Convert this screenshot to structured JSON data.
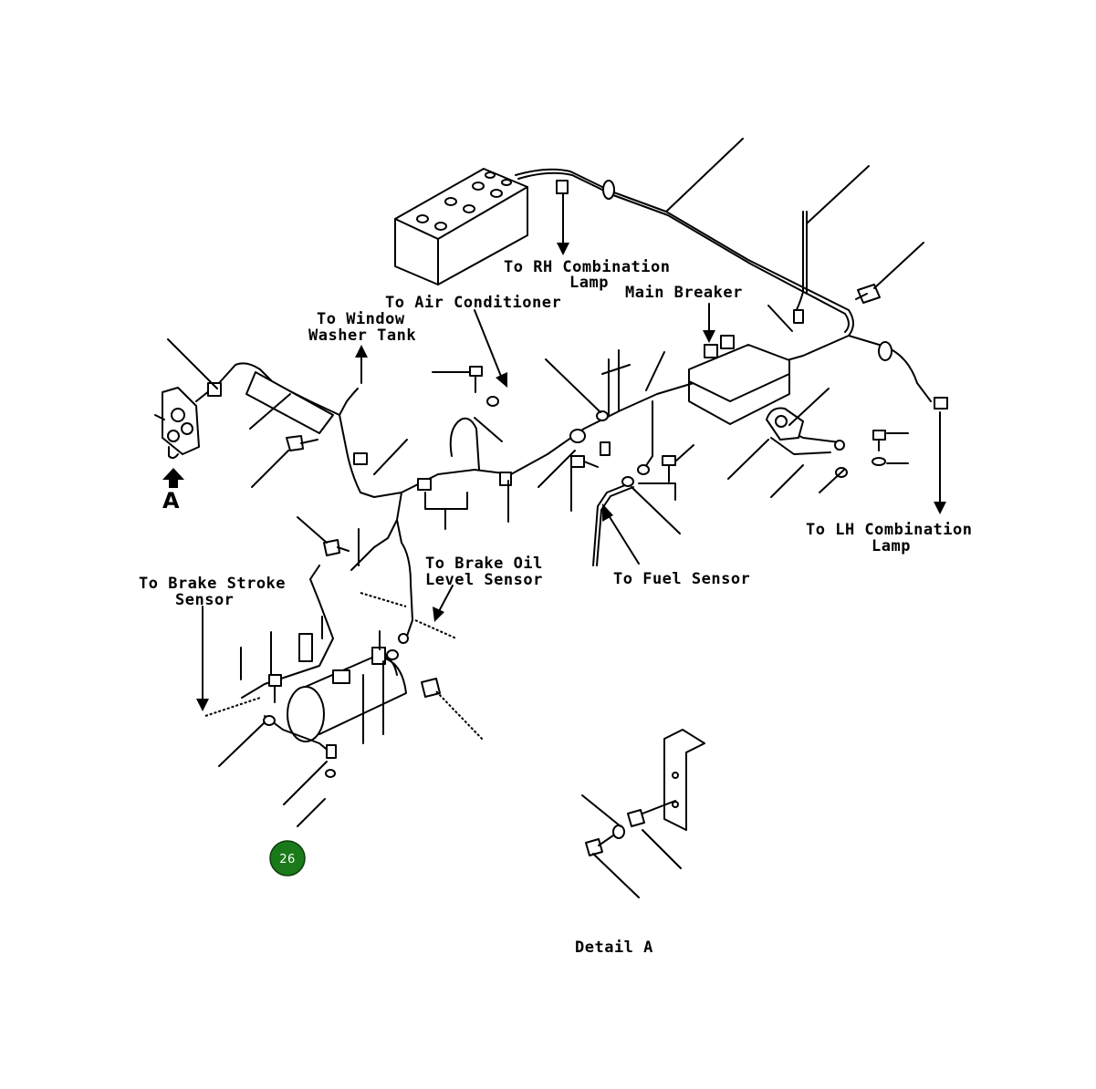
{
  "labels": {
    "rh_combination_lamp_1": "To RH Combination",
    "rh_combination_lamp_2": "Lamp",
    "air_conditioner": "To Air Conditioner",
    "main_breaker": "Main Breaker",
    "window_washer_1": "To Window",
    "window_washer_2": "Washer Tank",
    "brake_oil_1": "To Brake Oil",
    "brake_oil_2": "Level Sensor",
    "brake_stroke_1": "To Brake Stroke",
    "brake_stroke_2": "Sensor",
    "fuel_sensor": "To Fuel Sensor",
    "lh_combination_lamp_1": "To LH Combination",
    "lh_combination_lamp_2": "Lamp",
    "detail_ref": "A",
    "detail_caption": "Detail A"
  },
  "badge": {
    "number": "26",
    "color": "#1a7a1a"
  },
  "colors": {
    "line": "#000000",
    "background": "#ffffff"
  }
}
